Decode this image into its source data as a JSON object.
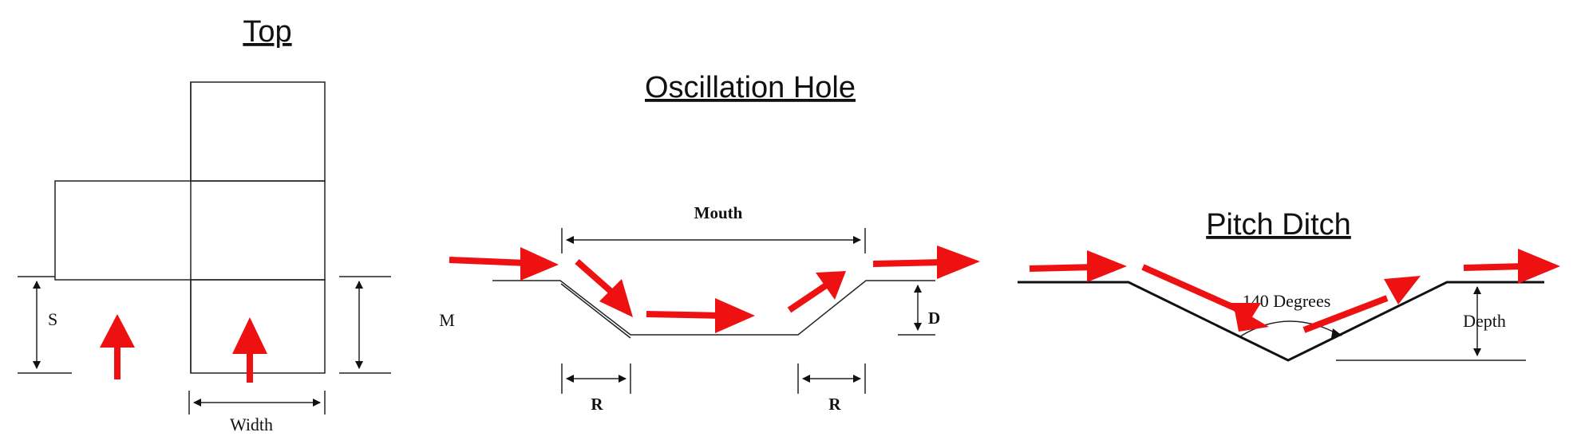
{
  "titles": {
    "top": "Top",
    "oscillation": "Oscillation Hole",
    "pitch": "Pitch Ditch"
  },
  "labels": {
    "s": "S",
    "width": "Width",
    "m": "M",
    "mouth": "Mouth",
    "d": "D",
    "r_left": "R",
    "r_right": "R",
    "angle": "140 Degrees",
    "depth": "Depth"
  },
  "colors": {
    "arrow": "#ee1111",
    "line": "#111111"
  }
}
